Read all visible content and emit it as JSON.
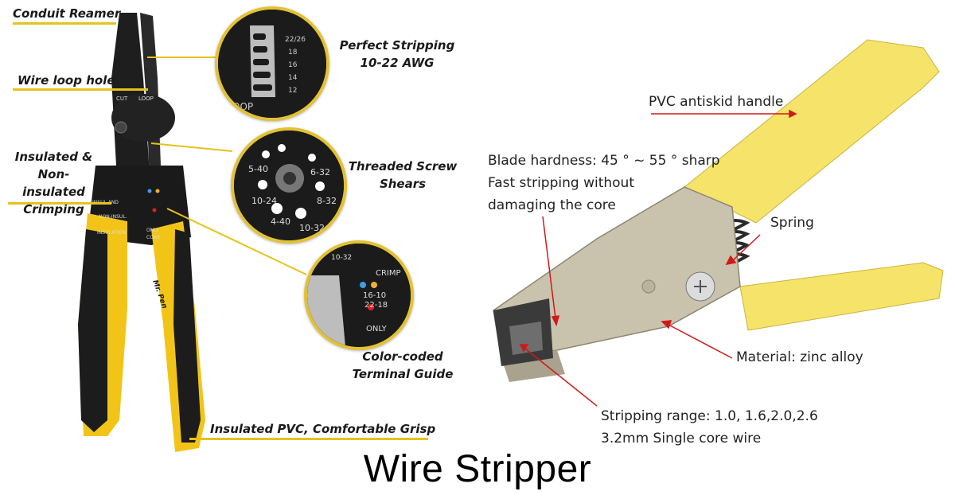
{
  "title": "Wire Stripper",
  "left_tool": {
    "labels": {
      "conduit_reamer": "Conduit Reamer",
      "wire_loop_hole": "Wire loop hole",
      "crimping_line1": "Insulated &",
      "crimping_line2": "Non-insulated",
      "crimping_line3": "Crimping",
      "comfort": "Insulated PVC, Comfortable Grisp"
    },
    "callouts": {
      "perfect_stripping_line1": "Perfect Stripping",
      "perfect_stripping_line2": "10-22 AWG",
      "threaded_line1": "Threaded Screw",
      "threaded_line2": "Shears",
      "color_coded_line1": "Color-coded",
      "color_coded_line2": "Terminal Guide"
    },
    "brand": "Mr. Pen",
    "colors": {
      "handle": "#f2c418",
      "grip": "#1c1c1c",
      "accent": "#e6c21b"
    }
  },
  "right_tool": {
    "labels": {
      "handle": "PVC antiskid handle",
      "blade_line1": "Blade hardness: 45 ° ~ 55 ° sharp",
      "blade_line2": "Fast stripping without",
      "blade_line3": "damaging the core",
      "spring": "Spring",
      "material": "Material: zinc alloy",
      "range_line1": "Stripping range: 1.0, 1.6,2.0,2.6",
      "range_line2": "3.2mm Single core wire"
    },
    "colors": {
      "handle": "#f6e36a",
      "body": "#c9c2ad",
      "arrow": "#d01818"
    }
  }
}
